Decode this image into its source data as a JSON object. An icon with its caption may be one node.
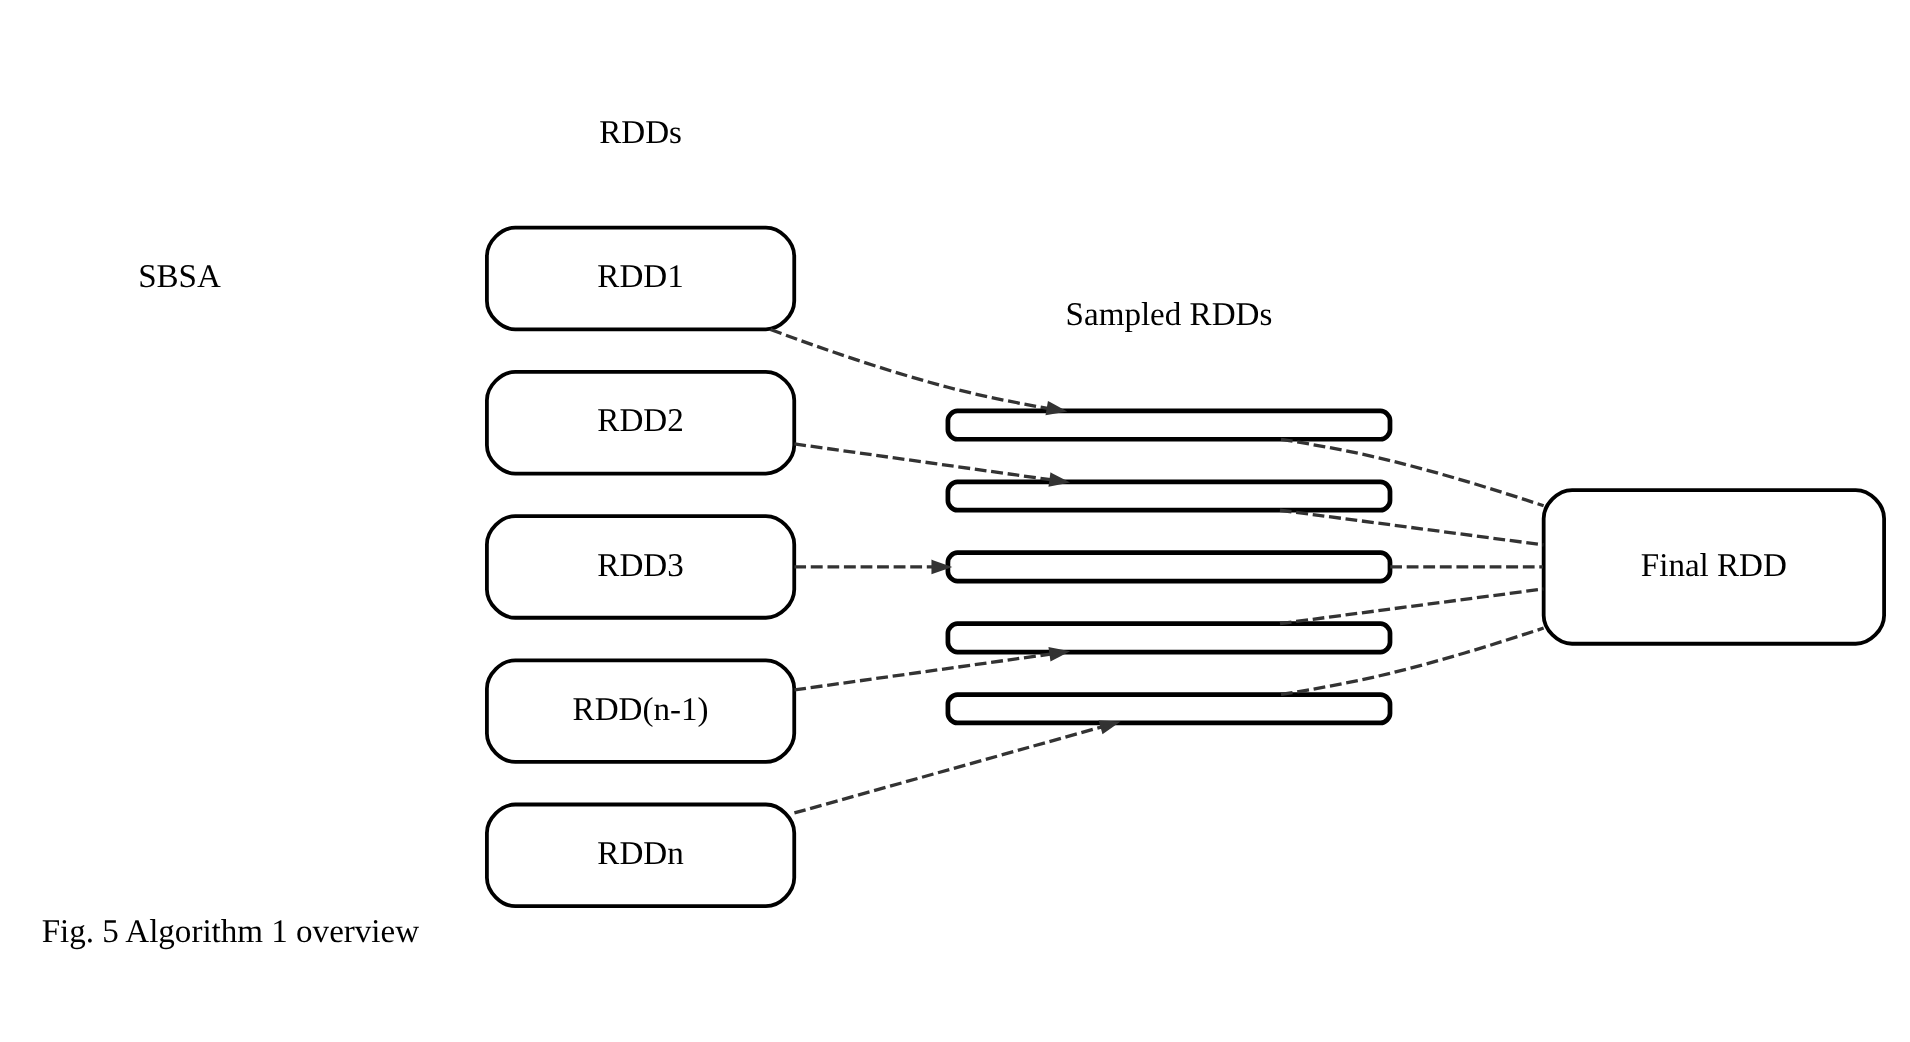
{
  "diagram": {
    "caption": "Fig. 5 Algorithm 1 overview",
    "nodes": [
      {
        "text": [
          "RDD1"
        ]
      },
      {
        "text": [
          "RDD2"
        ]
      },
      {
        "text": [
          "RDD3"
        ]
      },
      {
        "text": [
          "RDD(n-1)"
        ]
      },
      {
        "text": [
          "RDDn"
        ]
      },
      {
        "text": [],
        "shape": "bar"
      },
      {
        "text": [],
        "shape": "bar"
      },
      {
        "text": [],
        "shape": "bar"
      },
      {
        "text": [],
        "shape": "bar"
      },
      {
        "text": [],
        "shape": "bar"
      },
      {
        "text": [
          "Final RDD"
        ]
      }
    ],
    "edges": [
      {
        "from": 0,
        "to": 5,
        "arrow": "to",
        "style": "dashed"
      },
      {
        "from": 1,
        "to": 6,
        "arrow": "to",
        "style": "dashed"
      },
      {
        "from": 2,
        "to": 7,
        "arrow": "to",
        "style": "dashed"
      },
      {
        "from": 3,
        "to": 8,
        "arrow": "to",
        "style": "dashed"
      },
      {
        "from": 4,
        "to": 9,
        "arrow": "to",
        "style": "dashed"
      },
      {
        "from": 5,
        "to": 10,
        "arrow": "none",
        "style": "dashed"
      },
      {
        "from": 6,
        "to": 10,
        "arrow": "none",
        "style": "dashed"
      },
      {
        "from": 7,
        "to": 10,
        "arrow": "none",
        "style": "dashed"
      },
      {
        "from": 8,
        "to": 10,
        "arrow": "none",
        "style": "dashed"
      },
      {
        "from": 9,
        "to": 10,
        "arrow": "none",
        "style": "dashed"
      }
    ],
    "labels": [
      "RDDs",
      "Sampled RDDs",
      "SBSA"
    ]
  }
}
